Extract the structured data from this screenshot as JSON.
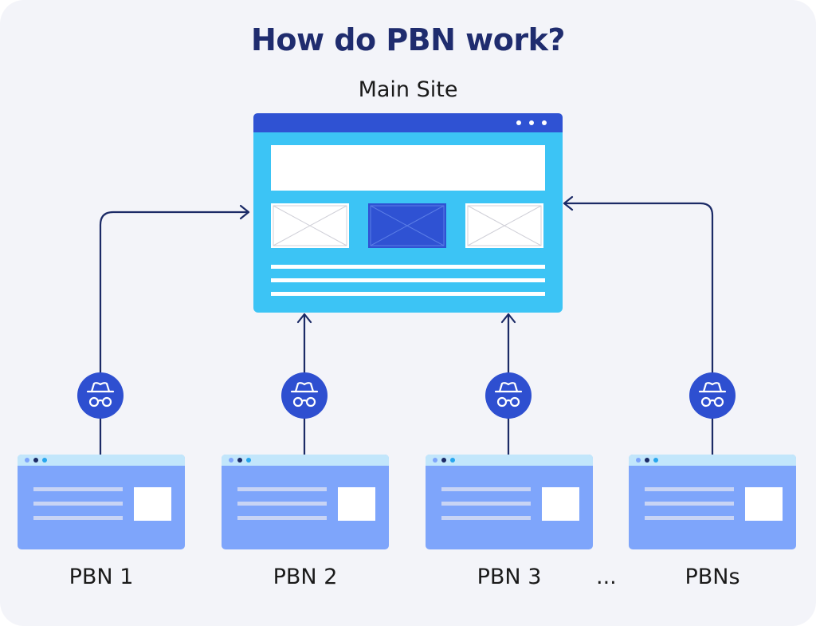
{
  "title": "How do PBN work?",
  "main_site": {
    "label": "Main Site",
    "icon": "browser-window-icon"
  },
  "pbns": [
    {
      "label": "PBN 1",
      "badge_icon": "incognito-icon"
    },
    {
      "label": "PBN 2",
      "badge_icon": "incognito-icon"
    },
    {
      "label": "PBN 3",
      "badge_icon": "incognito-icon"
    },
    {
      "label": "PBNs",
      "badge_icon": "incognito-icon"
    }
  ],
  "ellipsis": "...",
  "colors": {
    "background": "#f3f4f9",
    "title": "#1f2c6e",
    "main_window": "#3cc4f5",
    "main_titlebar": "#2f52d3",
    "pbn_window": "#7ea5fb",
    "pbn_titlebar": "#c2e6fb",
    "badge": "#2e4fd0",
    "connector": "#1b2a66"
  }
}
